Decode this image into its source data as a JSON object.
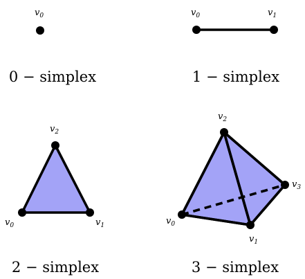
{
  "colors": {
    "face": "#a3a3f7",
    "stroke": "#000000",
    "background": "#ffffff"
  },
  "vertex_labels": {
    "v0": "v",
    "v0_sub": "0",
    "v1": "v",
    "v1_sub": "1",
    "v2": "v",
    "v2_sub": "2",
    "v3": "v",
    "v3_sub": "3"
  },
  "captions": {
    "simplex0": "0 − simplex",
    "simplex1": "1 − simplex",
    "simplex2": "2 − simplex",
    "simplex3": "3 − simplex"
  }
}
